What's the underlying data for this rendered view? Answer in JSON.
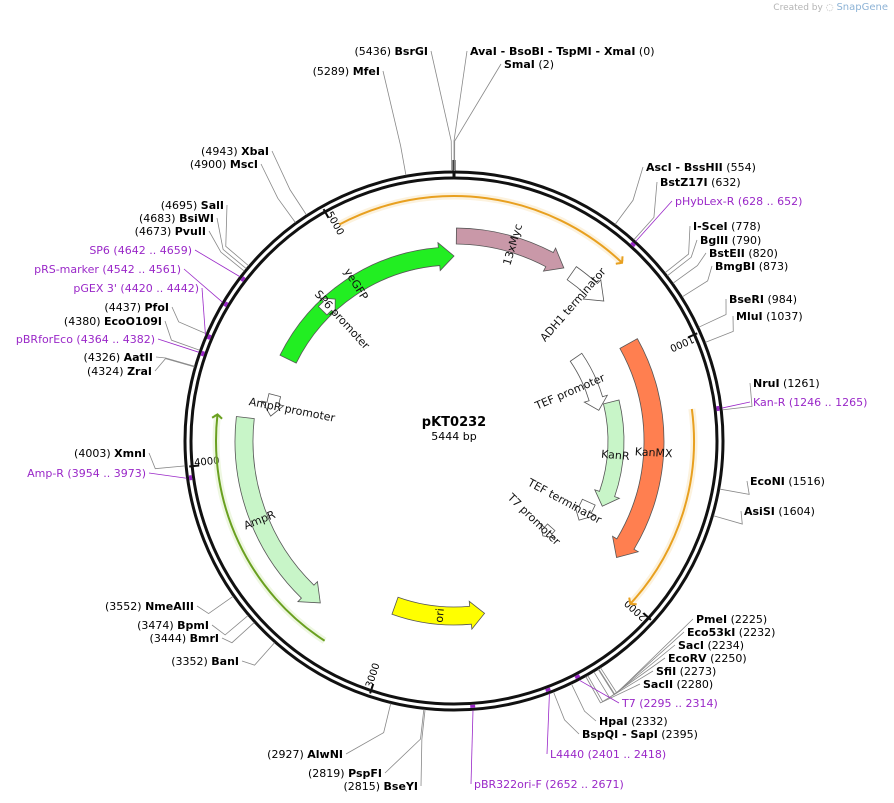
{
  "credit": {
    "prefix": "Created by",
    "brand": "SnapGene"
  },
  "plasmid": {
    "name": "pKT0232",
    "size_label": "5444 bp",
    "length": 5444
  },
  "ticks": [
    "1000",
    "2000",
    "3000",
    "4000",
    "5000"
  ],
  "enzymes": [
    {
      "pos": "(5436)",
      "name": "BsrGI"
    },
    {
      "pos": "(0)",
      "name": "AvaI  - BsoBI  - TspMI  - XmaI"
    },
    {
      "pos": "(2)",
      "name": "SmaI"
    },
    {
      "pos": "(5289)",
      "name": "MfeI"
    },
    {
      "pos": "(4943)",
      "name": "XbaI"
    },
    {
      "pos": "(4900)",
      "name": "MscI"
    },
    {
      "pos": "(554)",
      "name": "AscI  - BssHII"
    },
    {
      "pos": "(632)",
      "name": "BstZ17I"
    },
    {
      "pos": "(4695)",
      "name": "SalI"
    },
    {
      "pos": "(4683)",
      "name": "BsiWI"
    },
    {
      "pos": "(4673)",
      "name": "PvuII"
    },
    {
      "pos": "(778)",
      "name": "I-SceI"
    },
    {
      "pos": "(790)",
      "name": "BglII"
    },
    {
      "pos": "(820)",
      "name": "BstEII"
    },
    {
      "pos": "(873)",
      "name": "BmgBI"
    },
    {
      "pos": "(984)",
      "name": "BseRI"
    },
    {
      "pos": "(1037)",
      "name": "MluI"
    },
    {
      "pos": "(4437)",
      "name": "PfoI"
    },
    {
      "pos": "(4380)",
      "name": "EcoO109I"
    },
    {
      "pos": "(4326)",
      "name": "AatII"
    },
    {
      "pos": "(4324)",
      "name": "ZraI"
    },
    {
      "pos": "(1261)",
      "name": "NruI"
    },
    {
      "pos": "(4003)",
      "name": "XmnI"
    },
    {
      "pos": "(1516)",
      "name": "EcoNI"
    },
    {
      "pos": "(1604)",
      "name": "AsiSI"
    },
    {
      "pos": "(3552)",
      "name": "NmeAIII"
    },
    {
      "pos": "(3474)",
      "name": "BpmI"
    },
    {
      "pos": "(3444)",
      "name": "BmrI"
    },
    {
      "pos": "(3352)",
      "name": "BanI"
    },
    {
      "pos": "(2225)",
      "name": "PmeI"
    },
    {
      "pos": "(2232)",
      "name": "Eco53kI"
    },
    {
      "pos": "(2234)",
      "name": "SacI"
    },
    {
      "pos": "(2250)",
      "name": "EcoRV"
    },
    {
      "pos": "(2273)",
      "name": "SfiI"
    },
    {
      "pos": "(2280)",
      "name": "SacII"
    },
    {
      "pos": "(2332)",
      "name": "HpaI"
    },
    {
      "pos": "(2395)",
      "name": "BspQI  - SapI"
    },
    {
      "pos": "(2927)",
      "name": "AlwNI"
    },
    {
      "pos": "(2819)",
      "name": "PspFI"
    },
    {
      "pos": "(2815)",
      "name": "BseYI"
    }
  ],
  "primers": [
    {
      "name": "pHybLex-R",
      "range": "(628 .. 652)"
    },
    {
      "name": "SP6",
      "range": "(4642 .. 4659)"
    },
    {
      "name": "pRS-marker",
      "range": "(4542 .. 4561)"
    },
    {
      "name": "pGEX 3'",
      "range": "(4420 .. 4442)"
    },
    {
      "name": "pBRforEco",
      "range": "(4364 .. 4382)"
    },
    {
      "name": "Kan-R",
      "range": "(1246 .. 1265)"
    },
    {
      "name": "Amp-R",
      "range": "(3954 .. 3973)"
    },
    {
      "name": "T7",
      "range": "(2295 .. 2314)"
    },
    {
      "name": "L4440",
      "range": "(2401 .. 2418)"
    },
    {
      "name": "pBR322ori-F",
      "range": "(2652 .. 2671)"
    }
  ],
  "features": [
    {
      "name": "yeGFP",
      "color": "#22ee22"
    },
    {
      "name": "13xMyc",
      "color": "#c998a8"
    },
    {
      "name": "ADH1 terminator",
      "color": "#ffffff"
    },
    {
      "name": "SP6 promoter",
      "color": "#ffffff"
    },
    {
      "name": "TEF promoter",
      "color": "#ffffff"
    },
    {
      "name": "KanMX",
      "color": "#ff7f50"
    },
    {
      "name": "KanR",
      "color": "#c8f5c8"
    },
    {
      "name": "TEF terminator",
      "color": "#ffffff"
    },
    {
      "name": "T7 promoter",
      "color": "#ffffff"
    },
    {
      "name": "AmpR promoter",
      "color": "#ffffff"
    },
    {
      "name": "AmpR",
      "color": "#c8f5c8"
    },
    {
      "name": "ori",
      "color": "#ffff00"
    }
  ],
  "colors": {
    "primer": "#9a28c8",
    "orf_arc": "#e8a020",
    "orf_arc_green": "#6aa020",
    "backbone": "#111111"
  }
}
